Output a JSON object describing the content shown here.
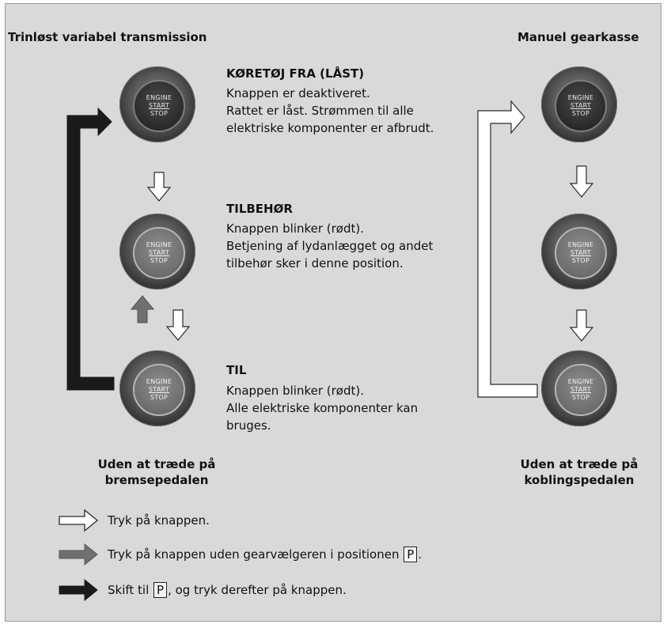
{
  "headings": {
    "left": "Trinløst variabel transmission",
    "right": "Manuel gearkasse"
  },
  "engine_button": {
    "line1": "ENGINE",
    "line2": "START",
    "line3": "STOP"
  },
  "states": [
    {
      "title": "KØRETØJ FRA (LÅST)",
      "lines": [
        "Knappen er deaktiveret.",
        "Rattet er låst. Strømmen til alle elektriske komponenter er afbrudt."
      ]
    },
    {
      "title": "TILBEHØR",
      "lines": [
        "Knappen blinker (rødt).",
        "Betjening af lydanlægget og andet tilbehør sker i denne position."
      ]
    },
    {
      "title": "TIL",
      "lines": [
        "Knappen blinker (rødt).",
        "Alle elektriske komponenter kan bruges."
      ]
    }
  ],
  "captions": {
    "left_line1": "Uden at træde på",
    "left_line2": "bremsepedalen",
    "right_line1": "Uden at træde på",
    "right_line2": "koblingspedalen"
  },
  "legend": [
    {
      "style": "white",
      "text_before": "Tryk på knappen.",
      "boxed": "",
      "text_after": ""
    },
    {
      "style": "gray",
      "text_before": "Tryk på knappen uden gearvælgeren i positionen ",
      "boxed": "P",
      "text_after": "."
    },
    {
      "style": "black",
      "text_before": "Skift til ",
      "boxed": "P",
      "text_after": ", og tryk derefter på knappen."
    }
  ],
  "colors": {
    "background": "#d9d9d9",
    "arrow_white": "#ffffff",
    "arrow_gray": "#707070",
    "arrow_black": "#1a1a1a"
  }
}
